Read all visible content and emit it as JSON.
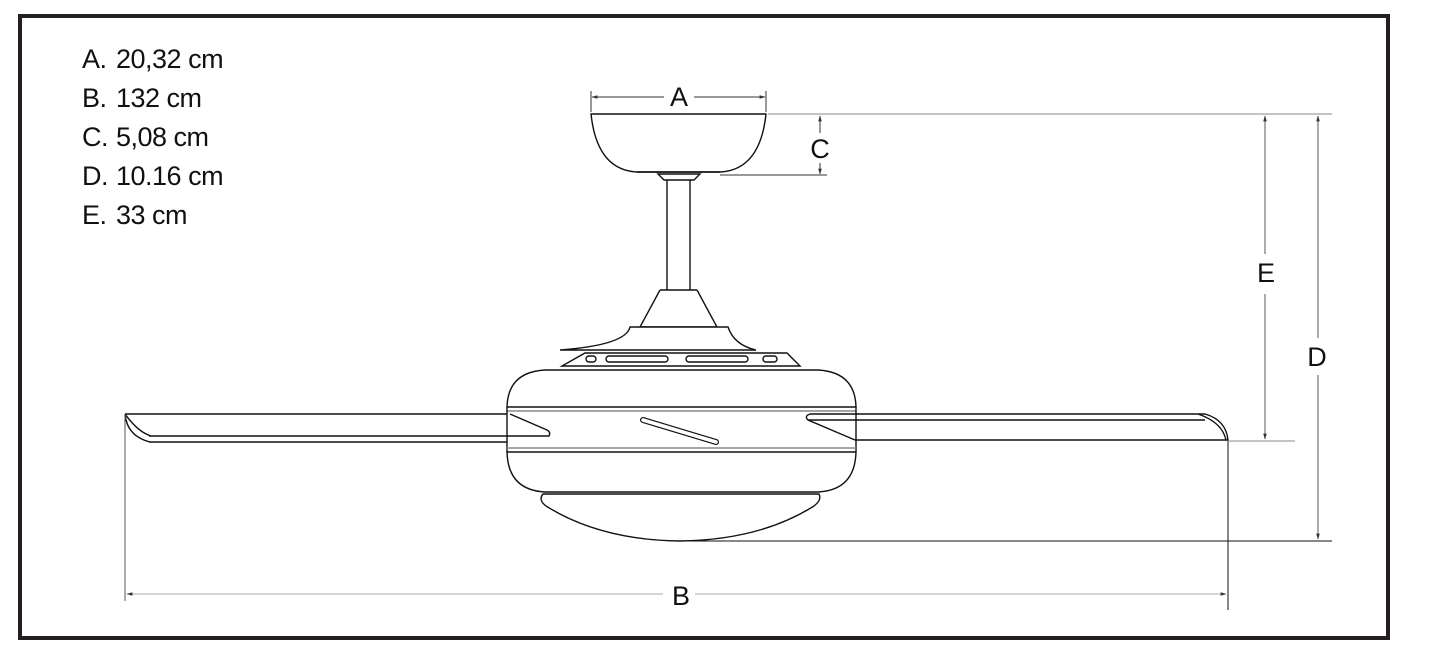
{
  "legend": [
    {
      "key": "A.",
      "value": "20,32 cm"
    },
    {
      "key": "B.",
      "value": "132 cm"
    },
    {
      "key": "C.",
      "value": "5,08 cm"
    },
    {
      "key": "D.",
      "value": "10.16 cm"
    },
    {
      "key": "E.",
      "value": "33 cm"
    }
  ],
  "dimensions": {
    "A": "A",
    "B": "B",
    "C": "C",
    "D": "D",
    "E": "E"
  },
  "colors": {
    "frame": "#231f20",
    "line": "#111111",
    "dim_line": "#9a9a9a",
    "background": "#ffffff"
  }
}
